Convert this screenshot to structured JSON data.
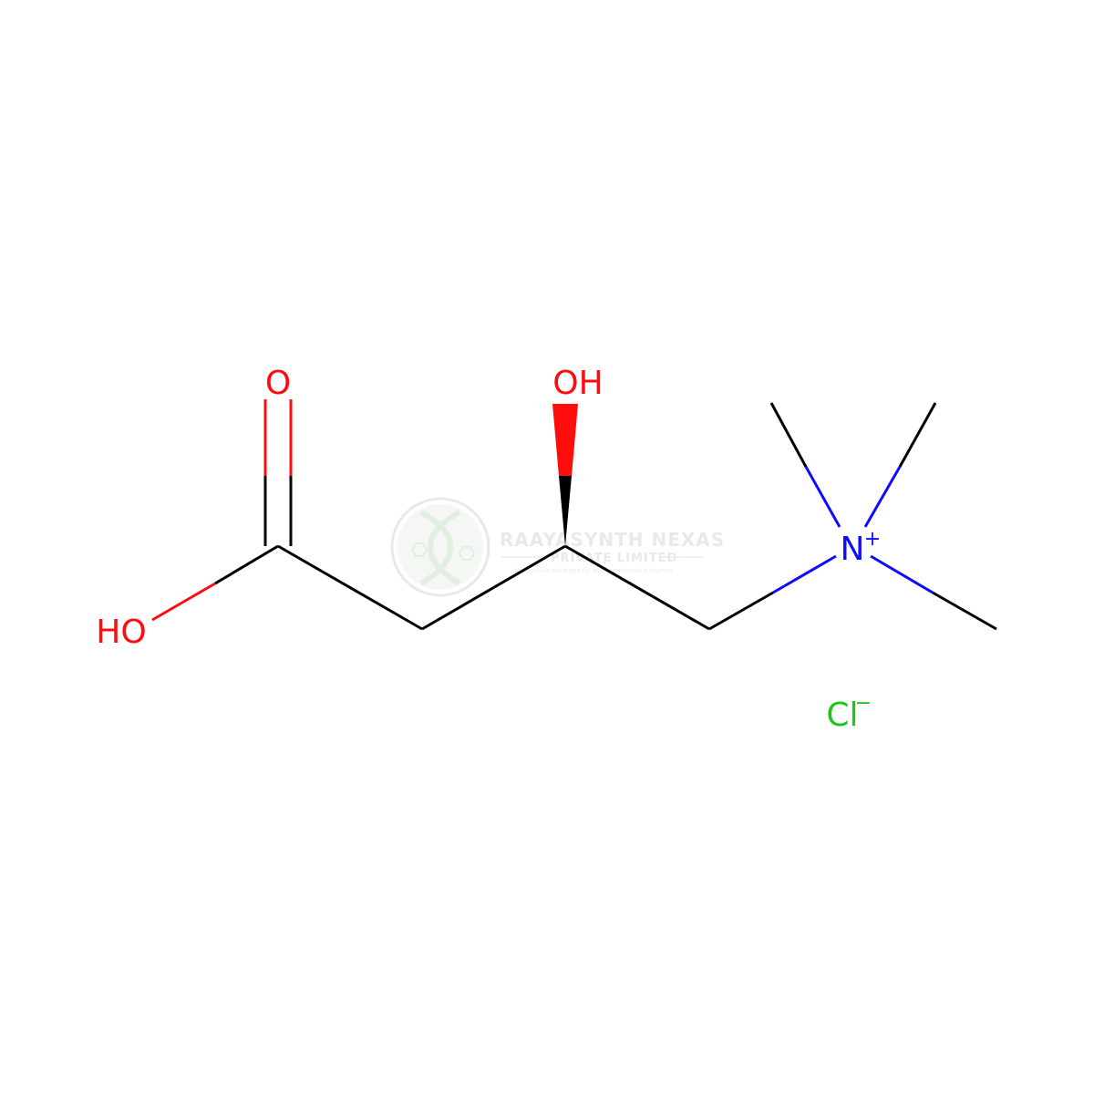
{
  "atoms": {
    "carbonyl_o": "O",
    "acid_oh": "HO",
    "hydroxyl": "OH",
    "nitrogen": "N",
    "n_charge": "+",
    "chloride": "Cl",
    "cl_charge": "−"
  },
  "colors": {
    "carbon_bond": "#000000",
    "oxygen": "#ff0d0d",
    "nitrogen": "#0c0cff",
    "chlorine": "#1ec51e",
    "watermark": "#d9ded9"
  },
  "watermark": {
    "title": "RAAYASYNTH NEXAS",
    "subtitle": "PRIVATE LIMITED",
    "tagline": "innovative solutions for every molecule's journey"
  }
}
